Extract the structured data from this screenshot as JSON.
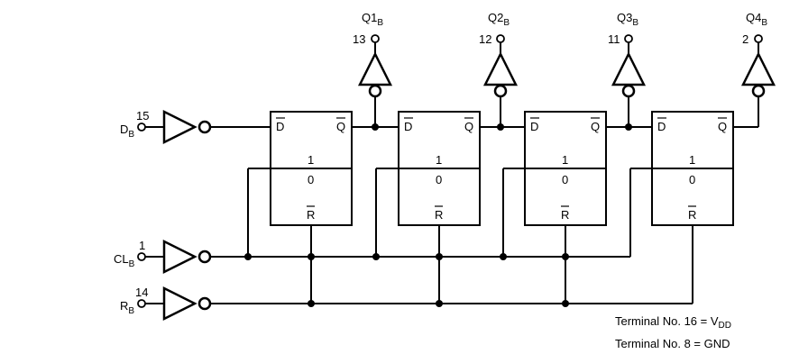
{
  "inputs": [
    {
      "pin": "15",
      "signal": "D",
      "sub": "B"
    },
    {
      "pin": "1",
      "signal": "CL",
      "sub": "B"
    },
    {
      "pin": "14",
      "signal": "R",
      "sub": "B"
    }
  ],
  "outputs": [
    {
      "pin": "13",
      "signal": "Q1",
      "sub": "B"
    },
    {
      "pin": "12",
      "signal": "Q2",
      "sub": "B"
    },
    {
      "pin": "11",
      "signal": "Q3",
      "sub": "B"
    },
    {
      "pin": "2",
      "signal": "Q4",
      "sub": "B"
    }
  ],
  "flipflop": {
    "d": "D",
    "q": "Q",
    "one": "1",
    "zero": "0",
    "r": "R"
  },
  "notes": [
    {
      "text": "Terminal No. 16 = V",
      "sub": "DD"
    },
    {
      "text": "Terminal No. 8 = GND",
      "sub": ""
    }
  ]
}
